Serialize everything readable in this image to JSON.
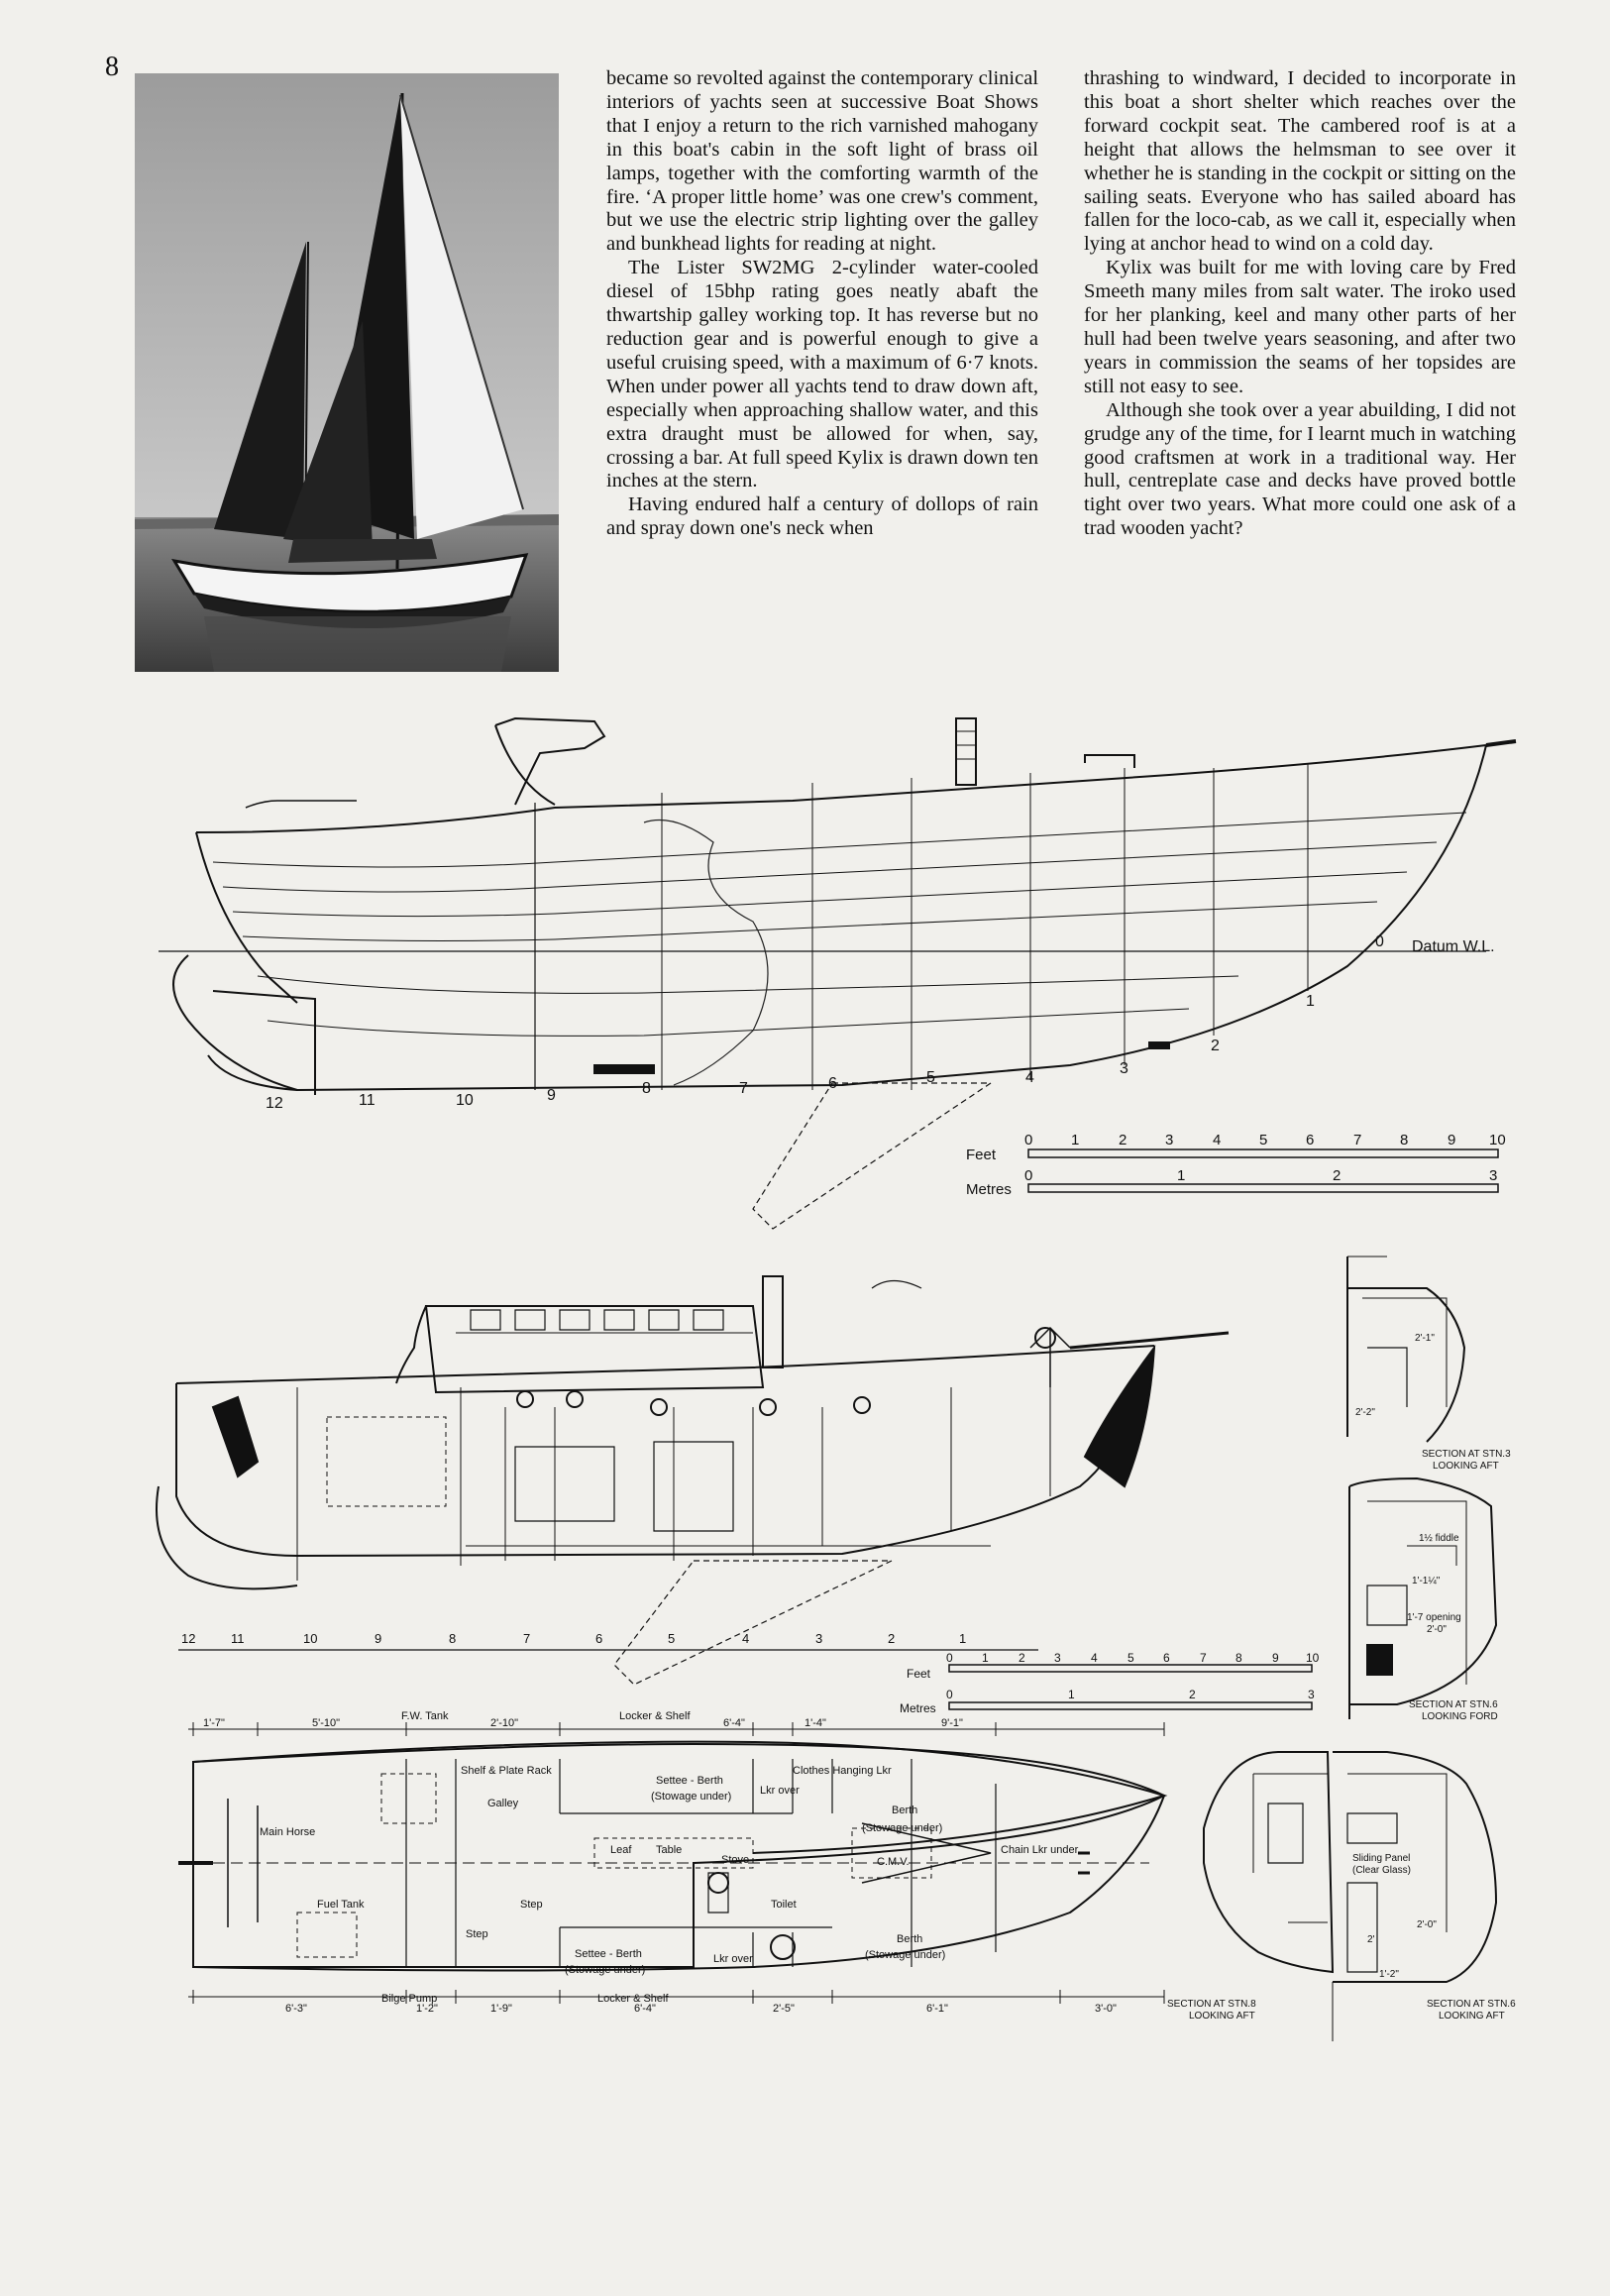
{
  "page_number": "8",
  "column_middle": {
    "p1": "became so revolted against the contemporary clinical interiors of yachts seen at successive Boat Shows that I enjoy a return to the rich varnished mahogany in this boat's cabin in the soft light of brass oil lamps, together with the comforting warmth of the fire. ‘A proper little home’ was one crew's comment, but we use the electric strip lighting over the galley and bunkhead lights for reading at night.",
    "p2": "The Lister SW2MG 2-cylinder water-cooled diesel of 15bhp rating goes neatly abaft the thwartship galley working top. It has reverse but no reduction gear and is powerful enough to give a useful cruising speed, with a maximum of 6·7 knots. When under power all yachts tend to draw down aft, especially when approaching shallow water, and this extra draught must be allowed for when, say, crossing a bar. At full speed Kylix is drawn down ten inches at the stern.",
    "p3": "Having endured half a century of dollops of rain and spray down one's neck when"
  },
  "column_right": {
    "p1": "thrashing to windward, I decided to incorporate in this boat a short shelter which reaches over the forward cockpit seat. The cambered roof is at a height that allows the helmsman to see over it whether he is standing in the cockpit or sitting on the sailing seats. Everyone who has sailed aboard has fallen for the loco-cab, as we call it, especially when lying at anchor head to wind on a cold day.",
    "p2": "Kylix was built for me with loving care by Fred Smeeth many miles from salt water. The iroko used for her planking, keel and many other parts of her hull had been twelve years seasoning, and after two years in commission the seams of her topsides are still not easy to see.",
    "p3": "Although she took over a year abuilding, I did not grudge any of the time, for I learnt much in watching good craftsmen at work in a traditional way. Her hull, centreplate case and decks have proved bottle tight over two years. What more could one ask of a trad wooden yacht?"
  },
  "lines_plan": {
    "datum_label": "Datum W.L.",
    "stations": [
      "12",
      "11",
      "10",
      "9",
      "8",
      "7",
      "6",
      "5",
      "4",
      "3",
      "2",
      "1",
      "0"
    ],
    "scale_feet_label": "Feet",
    "scale_metres_label": "Metres",
    "feet_ticks": [
      "0",
      "1",
      "2",
      "3",
      "4",
      "5",
      "6",
      "7",
      "8",
      "9",
      "10"
    ],
    "metres_ticks": [
      "0",
      "1",
      "2",
      "3"
    ]
  },
  "profile": {
    "stations": [
      "12",
      "11",
      "10",
      "9",
      "8",
      "7",
      "6",
      "5",
      "4",
      "3",
      "2",
      "1"
    ],
    "scale_feet_label": "Feet",
    "scale_metres_label": "Metres",
    "feet_ticks": [
      "0",
      "1",
      "2",
      "3",
      "4",
      "5",
      "6",
      "7",
      "8",
      "9",
      "10"
    ],
    "metres_ticks": [
      "0",
      "1",
      "2",
      "3"
    ]
  },
  "plan": {
    "dims_top": [
      "1'-7\"",
      "5'-10\"",
      "2'-10\"",
      "6'-4\"",
      "1'-4\"",
      "9'-1\""
    ],
    "dims_bottom": [
      "6'-3\"",
      "1'-2\"",
      "1'-9\"",
      "6'-4\"",
      "2'-5\"",
      "6'-1\"",
      "3'-0\""
    ],
    "labels": {
      "fw_tank": "F.W. Tank",
      "locker_shelf_top": "Locker & Shelf",
      "shelf_plate_rack": "Shelf & Plate Rack",
      "galley": "Galley",
      "settee_berth_top": "Settee - Berth",
      "stowage_under_top": "(Stowage under)",
      "lkr_over_top": "Lkr over",
      "clothes_hanging_lkr": "Clothes Hanging Lkr",
      "main_horse": "Main Horse",
      "leaf": "Leaf",
      "table": "Table",
      "stove": "Stove",
      "berth_top": "Berth",
      "stowage_under_berth_top": "(Stowage under)",
      "chain_lkr_under": "Chain Lkr under",
      "cmv": "C.M.V.",
      "fuel_tank": "Fuel Tank",
      "step1": "Step",
      "step2": "Step",
      "toilet": "Toilet",
      "settee_berth_bottom": "Settee - Berth",
      "stowage_under_bottom": "(Stowage under)",
      "lkr_over_bottom": "Lkr over",
      "berth_bottom": "Berth",
      "stowage_under_berth_bottom": "(Stowage under)",
      "bilge_pump": "Bilge Pump",
      "locker_shelf_bottom": "Locker & Shelf"
    }
  },
  "sections": {
    "stn3_title": "SECTION AT STN.3",
    "stn3_sub": "LOOKING AFT",
    "stn3_dim1": "2'-1\"",
    "stn3_dim2": "2'-2\"",
    "stn6_fwd_title": "SECTION AT STN.6",
    "stn6_fwd_sub": "LOOKING FORD",
    "stn6_fiddle": "1½ fiddle",
    "stn6_dim": "1'-1¼\"",
    "stn6_opening": "1'-7 opening",
    "stn6_dim2": "2'-0\"",
    "stn8_title": "SECTION AT STN.8",
    "stn8_sub": "LOOKING AFT",
    "stn6_aft_title": "SECTION AT STN.6",
    "stn6_aft_sub": "LOOKING AFT",
    "sliding_panel": "Sliding Panel",
    "clear_glass": "(Clear Glass)",
    "stn6_aft_dim1": "2'-0\"",
    "stn6_aft_dim2": "2'",
    "stn6_aft_dim3": "1'-2\""
  }
}
